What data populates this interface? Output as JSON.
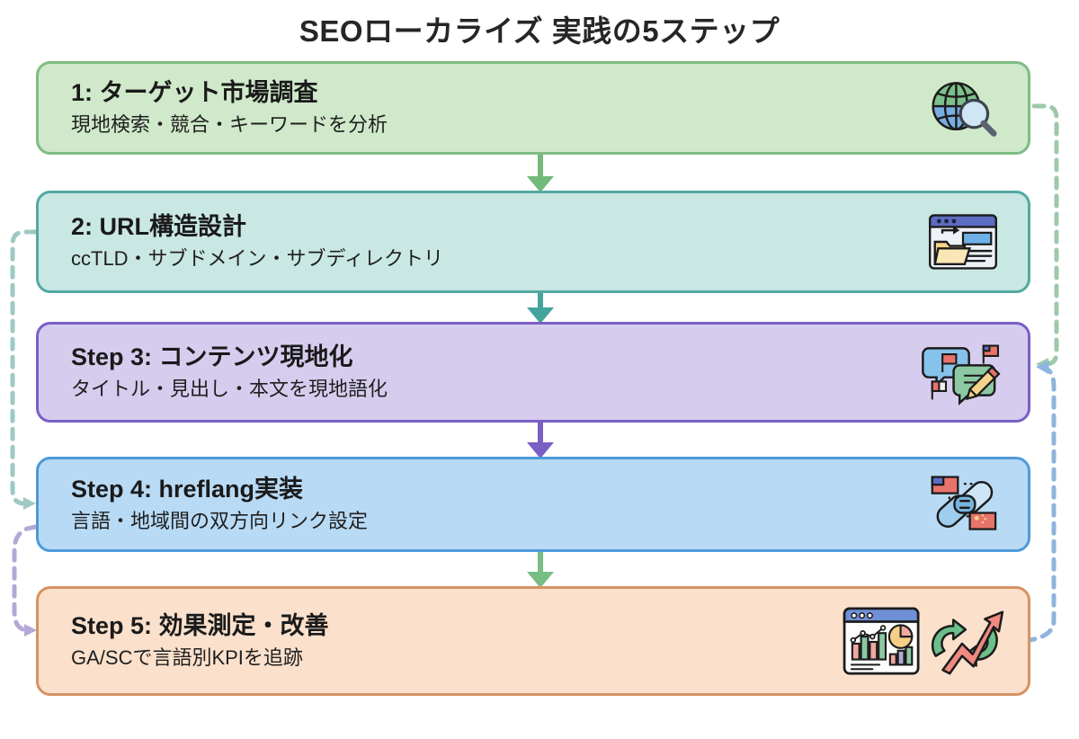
{
  "title": "SEOローカライズ 実践の5ステップ",
  "steps": [
    {
      "id": "step-1",
      "title": "1: ターゲット市場調査",
      "desc": "現地検索・競合・キーワードを分析",
      "icon": "globe-magnifier-icon",
      "fill": "#cfe9ca",
      "border": "#7fbd82"
    },
    {
      "id": "step-2",
      "title": "2: URL構造設計",
      "desc": "ccTLD・サブドメイン・サブディレクトリ",
      "icon": "browser-folder-icon",
      "fill": "#c9e7e3",
      "border": "#54a9a3"
    },
    {
      "id": "step-3",
      "title": "Step 3: コンテンツ現地化",
      "desc": "タイトル・見出し・本文を現地語化",
      "icon": "speech-bubbles-flags-pencil-icon",
      "fill": "#d6cdee",
      "border": "#7a5fc4"
    },
    {
      "id": "step-4",
      "title": "Step 4: hreflang実装",
      "desc": "言語・地域間の双方向リンク設定",
      "icon": "chain-link-flags-icon",
      "fill": "#b8daf5",
      "border": "#4e9ad8"
    },
    {
      "id": "step-5",
      "title": "Step 5: 効果測定・改善",
      "desc": "GA/SCで言語別KPIを追跡",
      "icon": "analytics-growth-icon",
      "fill": "#fbe0cb",
      "border": "#d79264"
    }
  ],
  "connectors": {
    "down_1_2": {
      "name": "arrow-step1-to-step2",
      "color": "#72b97a"
    },
    "down_2_3": {
      "name": "arrow-step2-to-step3",
      "color": "#45a39d"
    },
    "down_3_4": {
      "name": "arrow-step3-to-step4",
      "color": "#7a5fc4"
    },
    "down_4_5": {
      "name": "arrow-step4-to-step5",
      "color": "#78bd84"
    },
    "loop_1_3": {
      "name": "feedback-step1-to-step3",
      "color": "#9cc9a8"
    },
    "loop_2_4": {
      "name": "feedback-step2-to-step4",
      "color": "#9fc9c2"
    },
    "loop_3_5": {
      "name": "feedback-step3-to-step5",
      "color": "#b3a8d6"
    },
    "loop_5_3": {
      "name": "feedback-step5-to-step3",
      "color": "#8fb4dd"
    }
  }
}
